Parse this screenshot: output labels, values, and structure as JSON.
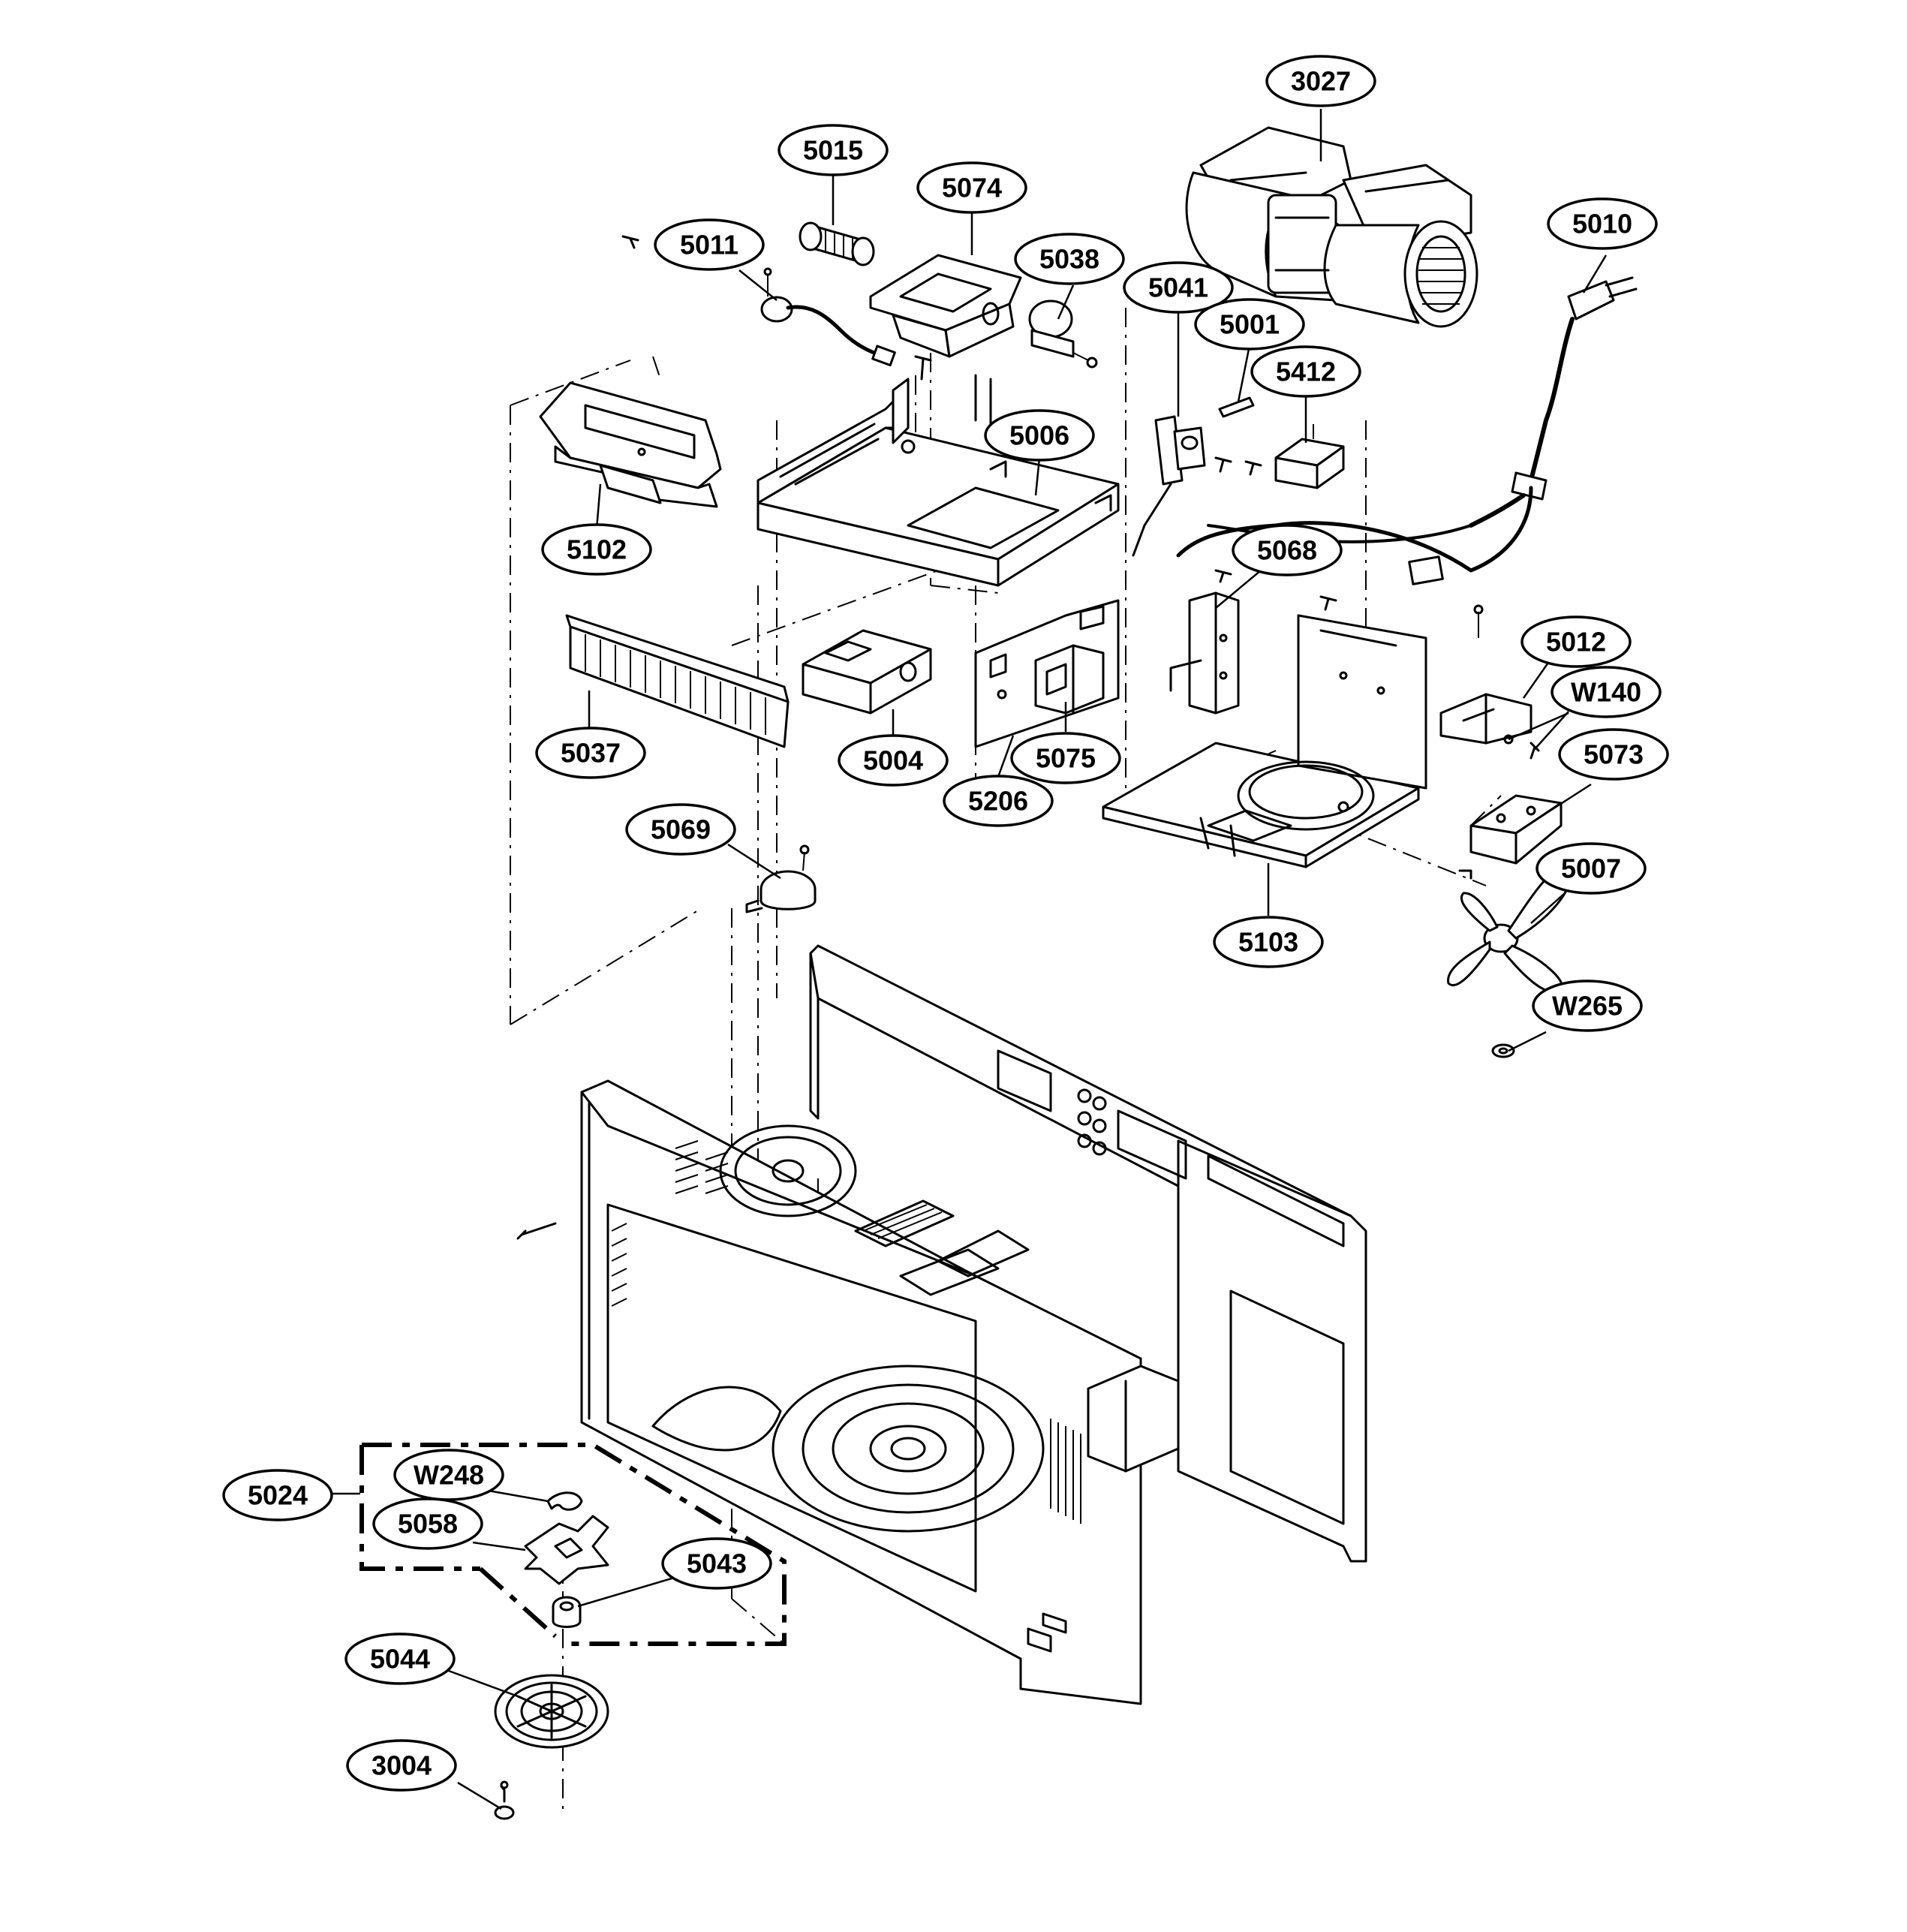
{
  "callouts": {
    "c3027": "3027",
    "c5015": "5015",
    "c5074": "5074",
    "c5011": "5011",
    "c5038": "5038",
    "c5010": "5010",
    "c5041": "5041",
    "c5001": "5001",
    "c5412": "5412",
    "c5006": "5006",
    "c5102": "5102",
    "c5068": "5068",
    "c5012": "5012",
    "cW140": "W140",
    "c5037": "5037",
    "c5004": "5004",
    "c5075": "5075",
    "c5073": "5073",
    "c5206": "5206",
    "c5069": "5069",
    "c5007": "5007",
    "c5103": "5103",
    "cW265": "W265",
    "c5024": "5024",
    "cW248": "W248",
    "c5058": "5058",
    "c5043": "5043",
    "c5044": "5044",
    "c3004": "3004"
  },
  "colors": {
    "line": "#000000",
    "background": "#ffffff"
  }
}
